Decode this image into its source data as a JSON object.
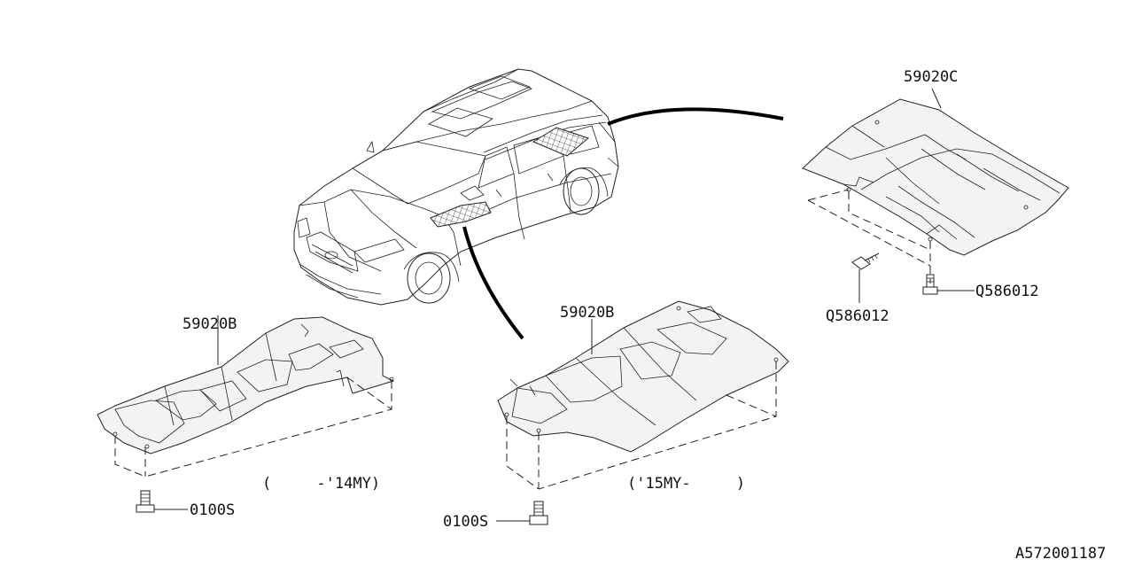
{
  "diagram": {
    "parts": [
      {
        "id": "part-left",
        "label": "59020B",
        "applicability": "(     -'14MY)",
        "fastener": "0100S"
      },
      {
        "id": "part-center",
        "label": "59020B",
        "applicability": "('15MY-     )",
        "fastener": "0100S"
      },
      {
        "id": "part-right",
        "label": "59020C",
        "fastener_left": "Q586012",
        "fastener_right": "Q586012"
      }
    ],
    "reference_code": "A572001187"
  }
}
